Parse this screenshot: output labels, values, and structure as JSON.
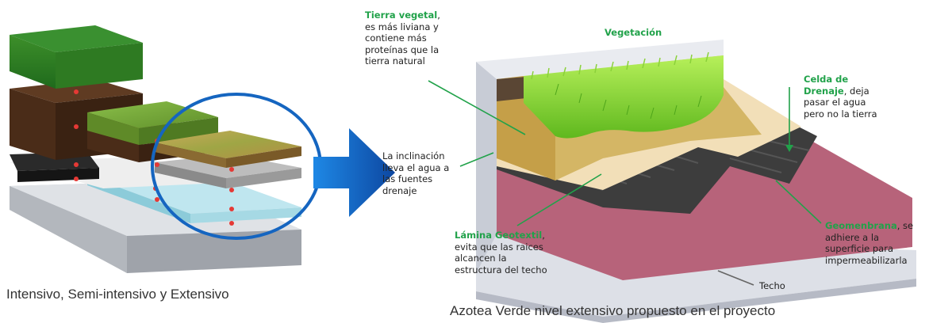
{
  "left_caption": "Intensivo, Semi-intensivo y Extensivo",
  "right_caption": "Azotea Verde nivel extensivo propuesto en el proyecto",
  "labels": {
    "vegetacion": "Vegetación",
    "tierra_title": "Tierra vegetal",
    "tierra_line1": ",",
    "tierra_line2": "es más liviana y",
    "tierra_line3": "contiene más",
    "tierra_line4": "proteínas que la",
    "tierra_line5": "tierra natural",
    "celda_title1": "Celda de",
    "celda_title2": "Drenaje",
    "celda_text1": ", deja",
    "celda_text2": "pasar el agua",
    "celda_text3": "pero no la tierra",
    "incl1": "La inclinación",
    "incl2": "lleva el agua a",
    "incl3": "las fuentes",
    "incl4": "drenaje",
    "lamina_title": "Lámina Geotextil",
    "lamina_text0": ",",
    "lamina_text1": "evita que las raices",
    "lamina_text2": "alcancen la",
    "lamina_text3": "estructura del techo",
    "geo_title": "Geomenbrana",
    "geo_text0": ", se",
    "geo_text1": "adhiere a la",
    "geo_text2": "superficie para",
    "geo_text3": "impermeabilizarla",
    "techo": "Techo"
  },
  "colors": {
    "accent_green": "#21a24a",
    "arrow_blue": "#1565c0",
    "membrane": "#b7637a",
    "drainage": "#3a3a3a",
    "soil": "#d6b86a",
    "grass": "#7ed320",
    "roof": "#cfd3dc"
  }
}
